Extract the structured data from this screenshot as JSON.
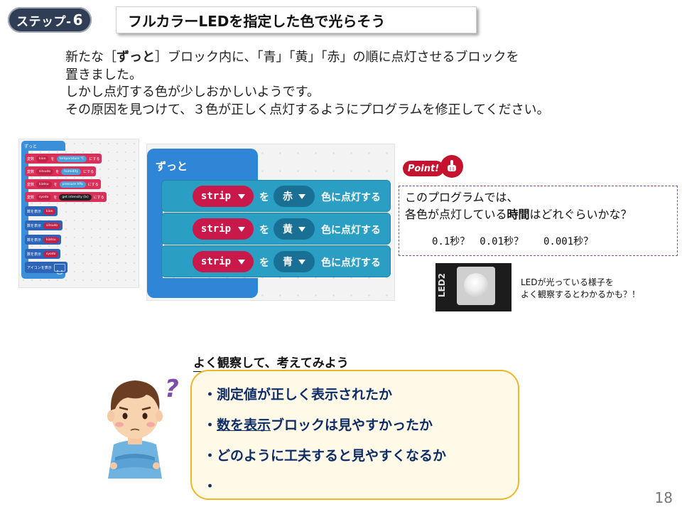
{
  "header": {
    "step_label": "ステップ-",
    "step_number": "6",
    "title": "フルカラーLEDを指定した色で光らそう"
  },
  "intro": {
    "line1_pre": "新たな［",
    "line1_bold": "ずっと",
    "line1_post": "］ブロック内に、「青」「黄」「赤」の順に点灯させるブロックを",
    "line2": "置きました。",
    "line3": "しかし点灯する色が少しおかしいようです。",
    "line4": "その原因を見つけて、３色が正しく点灯するようにプログラムを修正してください。"
  },
  "small_blocks": {
    "hat": "ずっと",
    "rows": [
      {
        "kw": "変数",
        "var": "kion",
        "op": "を",
        "val": "temperature ℃",
        "end": "にする"
      },
      {
        "kw": "変数",
        "var": "sitsudo",
        "op": "を",
        "val": "humidity",
        "end": "にする"
      },
      {
        "kw": "変数",
        "var": "kiatsu",
        "op": "を",
        "val": "pressure hPa",
        "end": "にする"
      },
      {
        "kw": "変数",
        "var": "syodo",
        "op": "を",
        "val": "get intensity (lx)",
        "end": "にする"
      },
      {
        "kw": "数を表示",
        "var": "kion"
      },
      {
        "kw": "数を表示",
        "var": "sitsudo"
      },
      {
        "kw": "数を表示",
        "var": "kiatsu"
      },
      {
        "kw": "数を表示",
        "var": "syodo"
      },
      {
        "kw": "アイコンを表示"
      }
    ]
  },
  "large_blocks": {
    "hat": "ずっと",
    "rows": [
      {
        "strip": "strip",
        "wo": "を",
        "color": "赤",
        "action": "色に点灯する"
      },
      {
        "strip": "strip",
        "wo": "を",
        "color": "黄",
        "action": "色に点灯する"
      },
      {
        "strip": "strip",
        "wo": "を",
        "color": "青",
        "action": "色に点灯する"
      }
    ]
  },
  "point": {
    "badge": "Point!",
    "line1": "このプログラムでは、",
    "line2_pre": "各色が点灯している",
    "line2_bold": "時間",
    "line2_post": "はどれぐらいかな？",
    "times": "0.1秒？　0.01秒？　　0.001秒？"
  },
  "led": {
    "chip_label": "LED2",
    "note_line1": "LEDが光っている様子を",
    "note_line2": "よく観察するとわかるかも？！"
  },
  "observe": {
    "heading": "よく観察して、考えてみよう",
    "item1": "・測定値が正しく表示されたか",
    "item2_pre": "・",
    "item2_u": "数を表示",
    "item2_post": "ブロックは見やすかったか",
    "item3": "・どのように工夫すると見やすくなるか",
    "item4": "・"
  },
  "page_number": "18",
  "colors": {
    "badge": "#2f3e55",
    "block_blue": "#2f86d6",
    "block_teal": "#2b9ec4",
    "block_red": "#c8194a",
    "observe_border": "#f0b629",
    "observe_text": "#0e2c66"
  }
}
